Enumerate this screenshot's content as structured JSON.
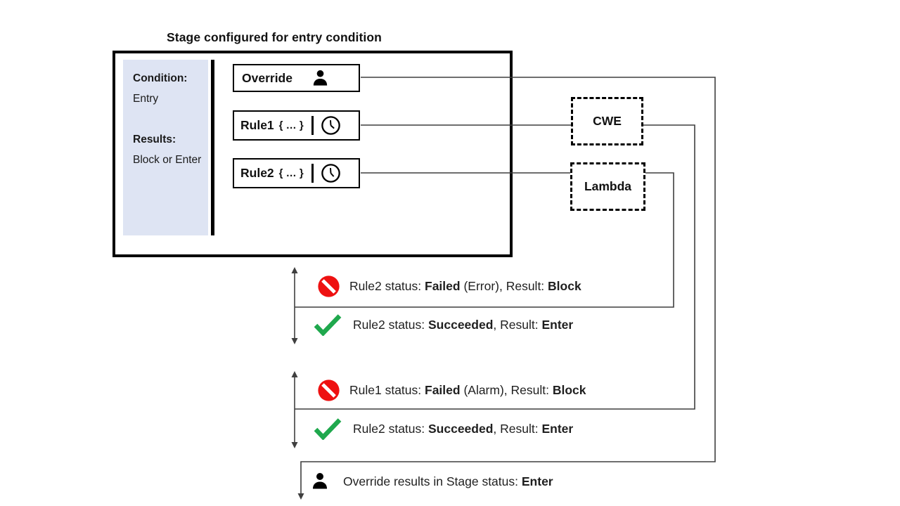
{
  "title": "Stage configured for entry condition",
  "stage_box": {
    "side_panel": {
      "condition_label": "Condition:",
      "condition_value": "Entry",
      "results_label": "Results:",
      "results_value": "Block or Enter"
    },
    "nodes": [
      {
        "label": "Override",
        "icon": "person-icon"
      },
      {
        "label": "Rule1",
        "detail": "{ … }",
        "icon": "clock-icon"
      },
      {
        "label": "Rule2",
        "detail": "{ … }",
        "icon": "clock-icon"
      }
    ]
  },
  "services": [
    {
      "label": "CWE"
    },
    {
      "label": "Lambda"
    }
  ],
  "outcome_groups": [
    {
      "rows": [
        {
          "icon": "no-entry-icon",
          "pre": "Rule2 status: ",
          "b1": "Failed",
          "mid": " (Error), Result: ",
          "b2": "Block"
        },
        {
          "icon": "check-icon",
          "pre": "Rule2 status: ",
          "b1": "Succeeded",
          "mid": ", Result: ",
          "b2": "Enter"
        }
      ]
    },
    {
      "rows": [
        {
          "icon": "no-entry-icon",
          "pre": "Rule1 status: ",
          "b1": "Failed",
          "mid": " (Alarm), Result: ",
          "b2": "Block"
        },
        {
          "icon": "check-icon",
          "pre": "Rule2 status: ",
          "b1": "Succeeded",
          "mid": ", Result: ",
          "b2": "Enter"
        }
      ]
    }
  ],
  "final_row": {
    "icon": "person-icon",
    "pre": "Override results in Stage status: ",
    "b1": "Enter",
    "mid": "",
    "b2": ""
  },
  "colors": {
    "panel_bg": "#dee4f3",
    "no_entry_red": "#ee1111",
    "check_green": "#1fa84d",
    "line": "#3f3f3f",
    "text": "#1f1f1f"
  }
}
